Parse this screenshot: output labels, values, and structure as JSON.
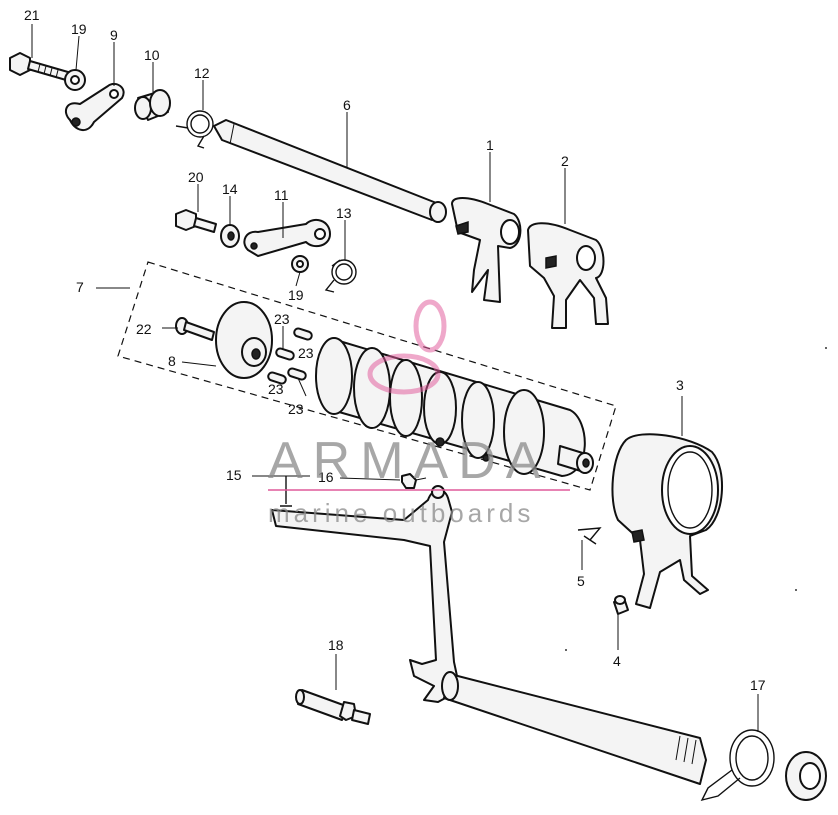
{
  "callouts": {
    "c21": "21",
    "c19a": "19",
    "c9": "9",
    "c10": "10",
    "c12": "12",
    "c6": "6",
    "c1": "1",
    "c2": "2",
    "c20": "20",
    "c14": "14",
    "c11": "11",
    "c13": "13",
    "c19b": "19",
    "c7": "7",
    "c22": "22",
    "c8": "8",
    "c23a": "23",
    "c23b": "23",
    "c23c": "23",
    "c23d": "23",
    "c3": "3",
    "c15": "15",
    "c16": "16",
    "c5": "5",
    "c4": "4",
    "c18": "18",
    "c17": "17"
  },
  "watermark": {
    "brand": "ARMADA",
    "tagline": "marine outboards",
    "color": "#e05a9a"
  }
}
